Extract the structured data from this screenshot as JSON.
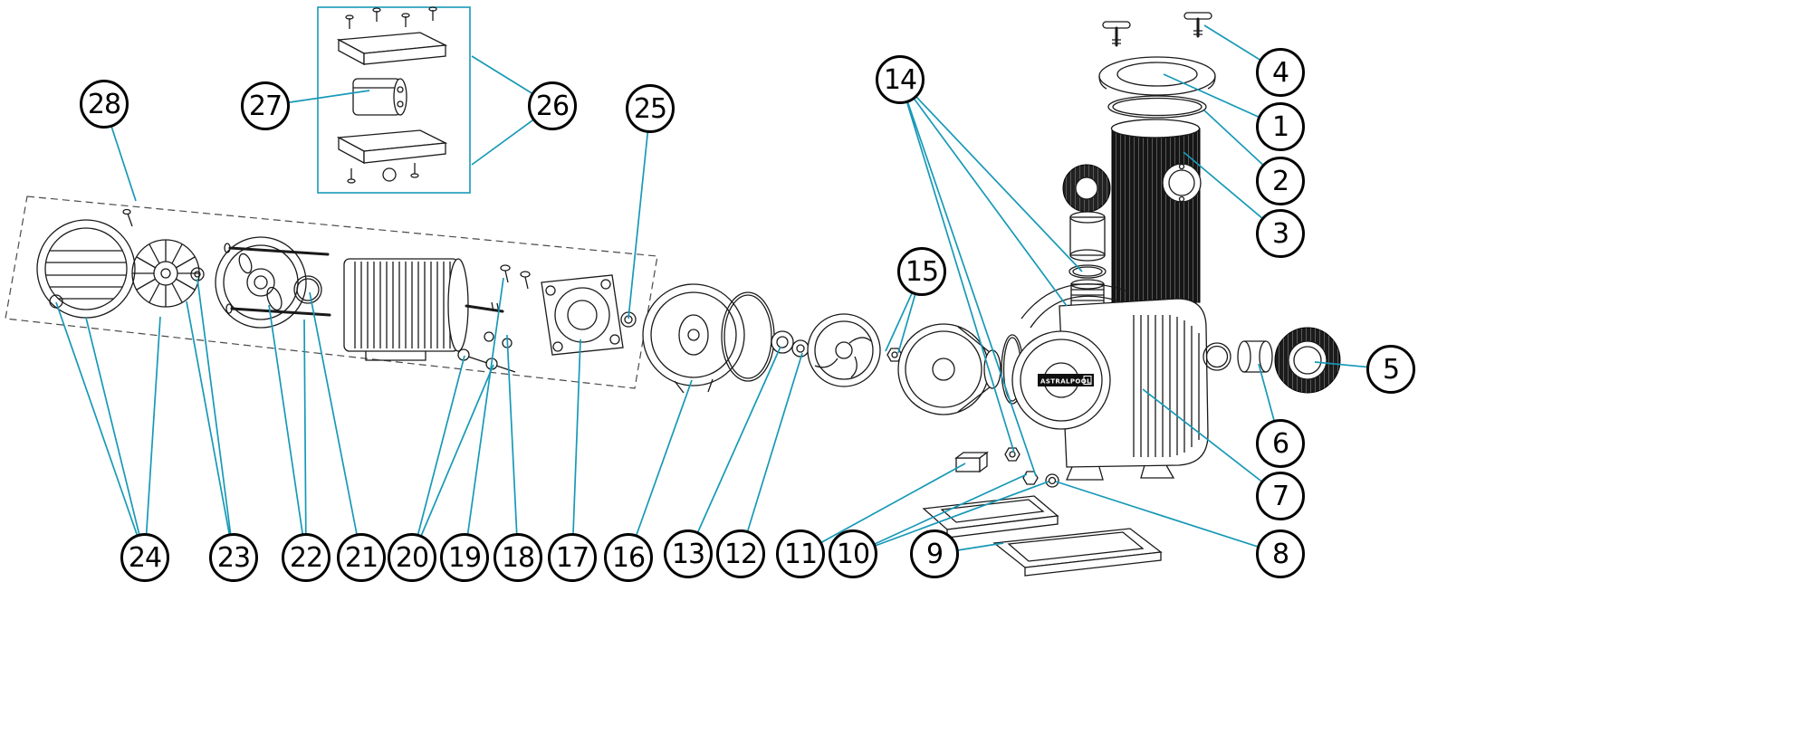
{
  "diagram": {
    "type": "exploded-parts-diagram",
    "subject": "pool pump exploded view with numbered part callouts",
    "brand_label": "ASTRALPOOL",
    "accent_color": "#1799b7",
    "callouts": [
      {
        "label": "1"
      },
      {
        "label": "2"
      },
      {
        "label": "3"
      },
      {
        "label": "4"
      },
      {
        "label": "5"
      },
      {
        "label": "6"
      },
      {
        "label": "7"
      },
      {
        "label": "8"
      },
      {
        "label": "9"
      },
      {
        "label": "10"
      },
      {
        "label": "11"
      },
      {
        "label": "12"
      },
      {
        "label": "13"
      },
      {
        "label": "14"
      },
      {
        "label": "15"
      },
      {
        "label": "16"
      },
      {
        "label": "17"
      },
      {
        "label": "18"
      },
      {
        "label": "19"
      },
      {
        "label": "20"
      },
      {
        "label": "21"
      },
      {
        "label": "22"
      },
      {
        "label": "23"
      },
      {
        "label": "24"
      },
      {
        "label": "25"
      },
      {
        "label": "26"
      },
      {
        "label": "27"
      },
      {
        "label": "28"
      }
    ]
  }
}
